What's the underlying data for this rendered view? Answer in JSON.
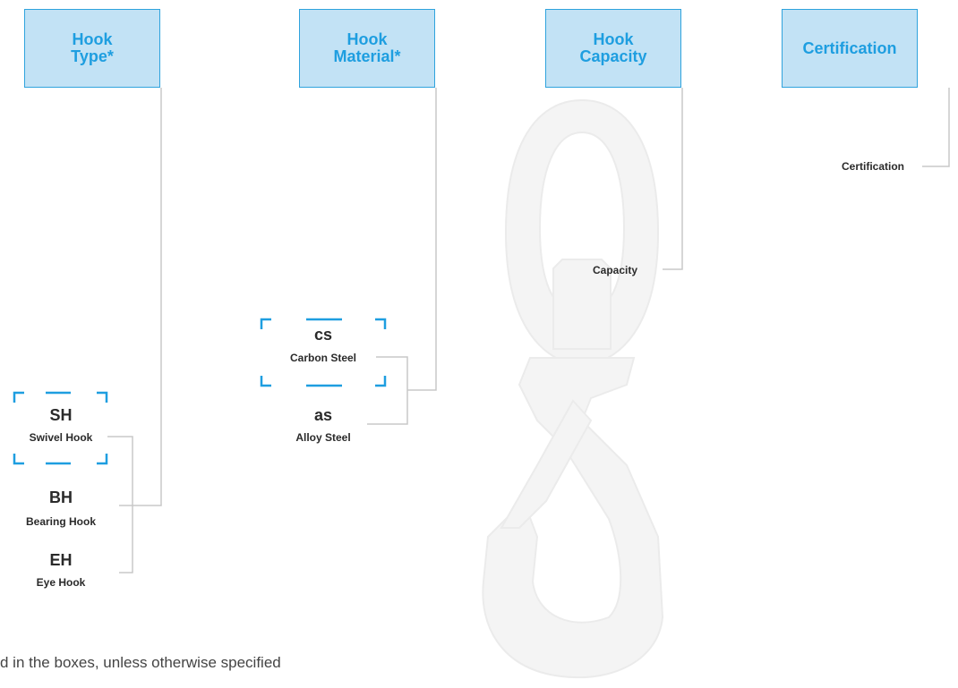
{
  "columns": [
    {
      "id": "hook-type",
      "header": "Hook\nType*"
    },
    {
      "id": "hook-material",
      "header": "Hook\nMaterial*"
    },
    {
      "id": "hook-capacity",
      "header": "Hook\nCapacity"
    },
    {
      "id": "certification",
      "header": "Certification"
    }
  ],
  "hook_type": {
    "options": [
      {
        "code": "SH",
        "label": "Swivel Hook",
        "selected": true
      },
      {
        "code": "BH",
        "label": "Bearing Hook",
        "selected": false
      },
      {
        "code": "EH",
        "label": "Eye Hook",
        "selected": false
      }
    ]
  },
  "hook_material": {
    "options": [
      {
        "code": "cs",
        "label": "Carbon Steel",
        "selected": true
      },
      {
        "code": "as",
        "label": "Alloy Steel",
        "selected": false
      }
    ]
  },
  "capacity": {
    "label": "Capacity"
  },
  "certification": {
    "label": "Certification"
  },
  "footnote": "d in the boxes, unless otherwise specified",
  "colors": {
    "accent": "#1e9ee0",
    "header_fill": "#c2e2f5",
    "bracket": "#1e9ee0",
    "connector": "#c8c8c8",
    "text": "#2a2a2a"
  },
  "illustration": {
    "icon": "swivel-hook-silhouette"
  }
}
